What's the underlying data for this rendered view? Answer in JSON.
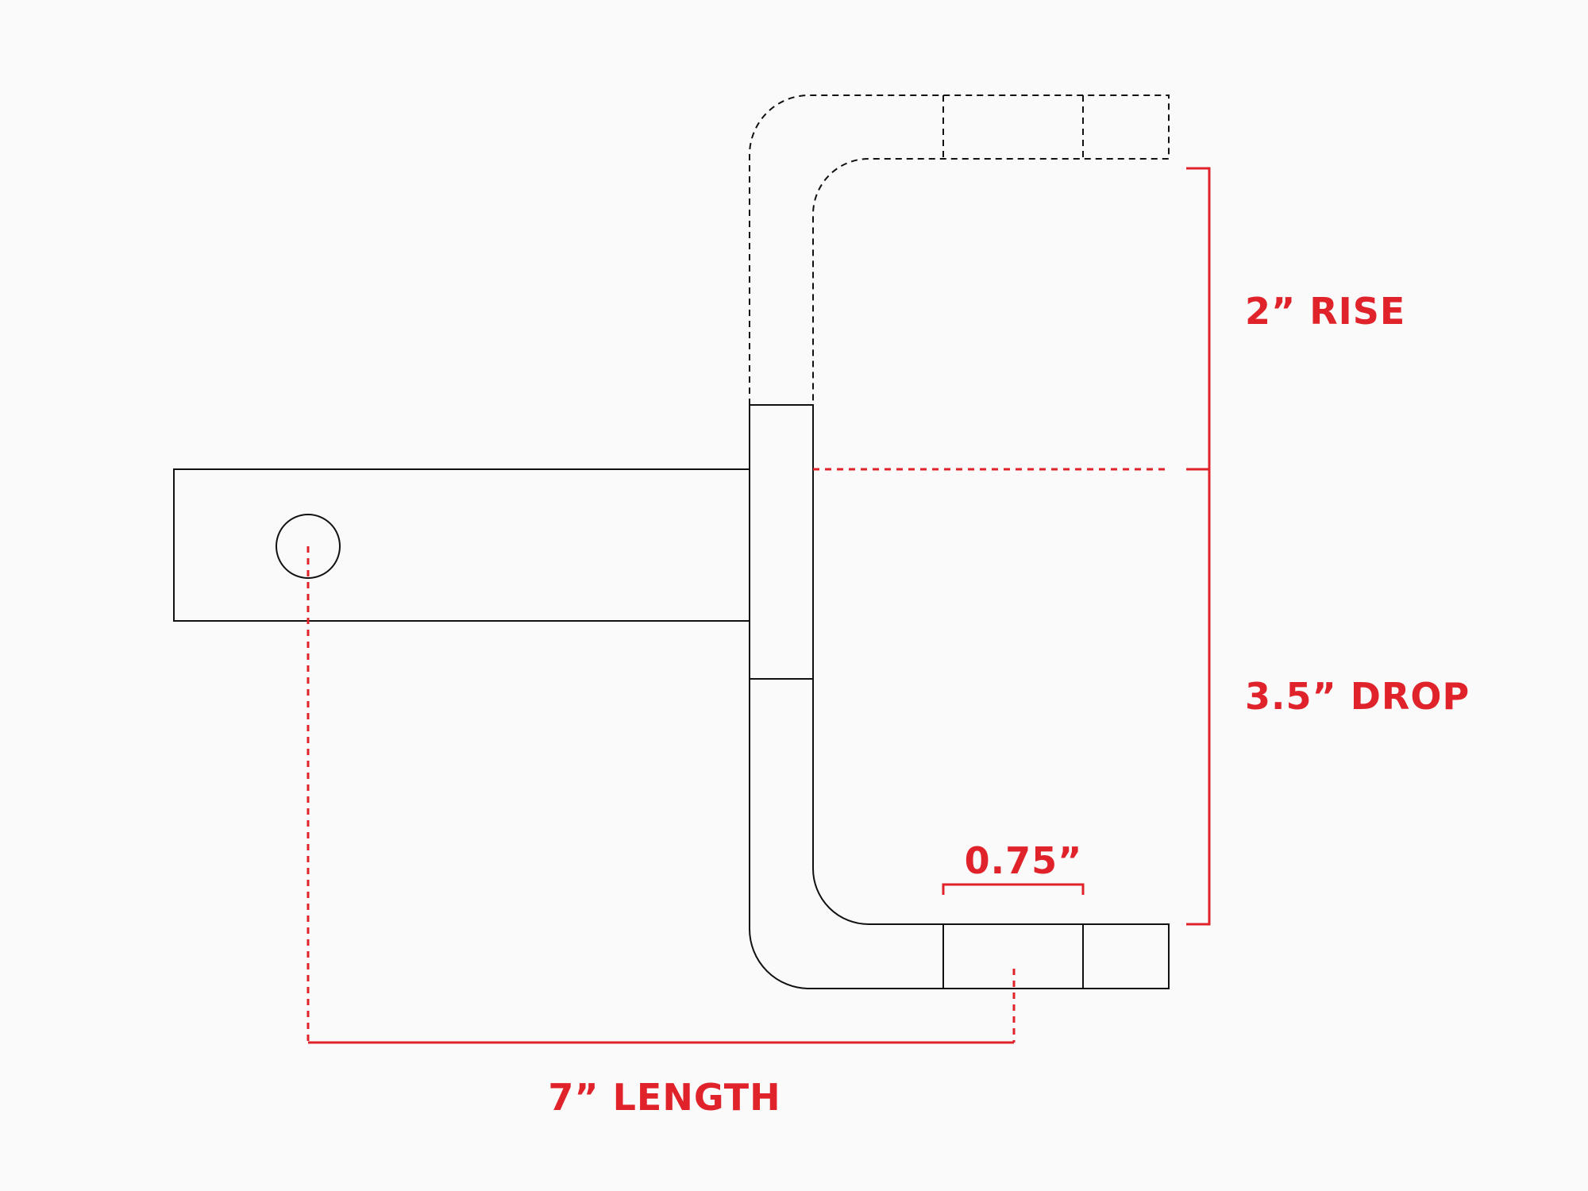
{
  "colors": {
    "background": "#fafafa",
    "line": "#111111",
    "dimension": "#e0232b"
  },
  "labels": {
    "rise": "2” RISE",
    "drop": "3.5” DROP",
    "platform_thickness": "0.75”",
    "length": "7” LENGTH"
  }
}
